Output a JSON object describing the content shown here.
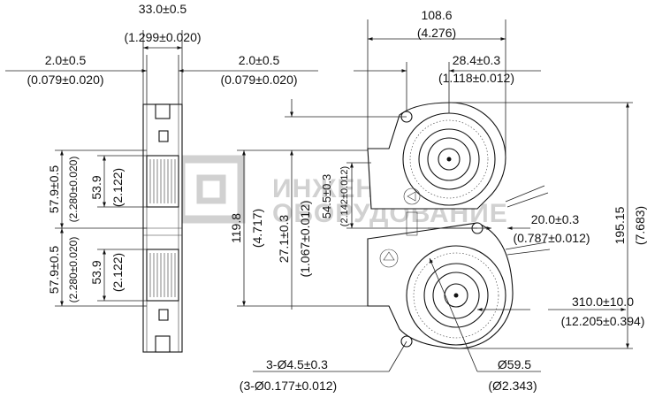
{
  "watermark": {
    "line1": "ИНЖЕНЕРНОЕ",
    "line2": "ОБОРУДОВАНИЕ"
  },
  "side_view": {
    "thickness": "33.0±0.5",
    "thickness_in": "(1.299±0.020)",
    "left_offset": "2.0±0.5",
    "left_offset_in": "(0.079±0.020)",
    "right_offset": "2.0±0.5",
    "right_offset_in": "(0.079±0.020)",
    "upper_pitch": "57.9±0.5",
    "upper_pitch_in": "(2.280±0.020)",
    "upper_outlet": "53.9",
    "upper_outlet_in": "(2.122)",
    "lower_pitch": "57.9±0.5",
    "lower_pitch_in": "(2.280±0.020)",
    "lower_outlet": "53.9",
    "lower_outlet_in": "(2.122)"
  },
  "front_view": {
    "height": "119.8",
    "height_in": "(4.717)",
    "outlet_offset": "27.1±0.3",
    "outlet_offset_in": "(1.067±0.012)",
    "hole_pitch": "54.5±0.3",
    "hole_pitch_in": "(2.142±0.012)",
    "width": "108.6",
    "width_in": "(4.276)",
    "hub_offset": "28.4±0.3",
    "hub_offset_in": "(1.118±0.012)",
    "total_height": "195.15",
    "total_height_in": "(7.683)",
    "lead_strip": "20.0±0.3",
    "lead_strip_in": "(0.787±0.012)",
    "lead_length": "310.0±10.0",
    "lead_length_in": "(12.205±0.394)",
    "holes": "3-Ø4.5±0.3",
    "holes_in": "(3-Ø0.177±0.012)",
    "impeller_dia": "Ø59.5",
    "impeller_dia_in": "(Ø2.343)"
  }
}
